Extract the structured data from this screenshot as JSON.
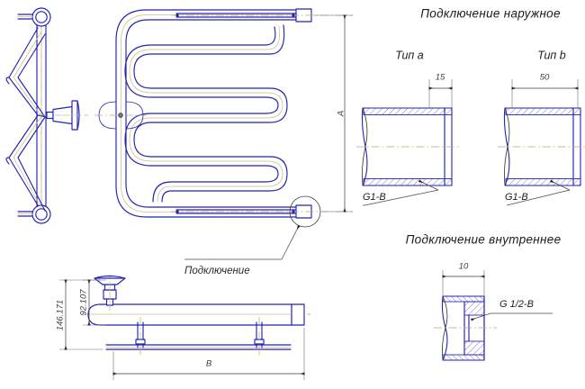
{
  "drawing": {
    "title_external": "Подключение наружное",
    "title_internal": "Подключение внутреннее",
    "callout_connection": "Подключение",
    "type_a_label": "Тип a",
    "type_b_label": "Тип b",
    "thread_g1b_left": "G1-B",
    "thread_g1b_right": "G1-B",
    "thread_half": "G 1/2-B",
    "dim_type_a": "15",
    "dim_type_b": "50",
    "dim_internal_depth": "10",
    "dim_height_a": "A",
    "dim_width_b": "B",
    "dim_total_height": "146.171",
    "dim_mount_height": "92.107"
  },
  "colors": {
    "pipe_stroke": "#2323b4",
    "pipe_centerline": "#cdbe8a",
    "dimension": "#3b3b3b",
    "background": "#ffffff"
  }
}
